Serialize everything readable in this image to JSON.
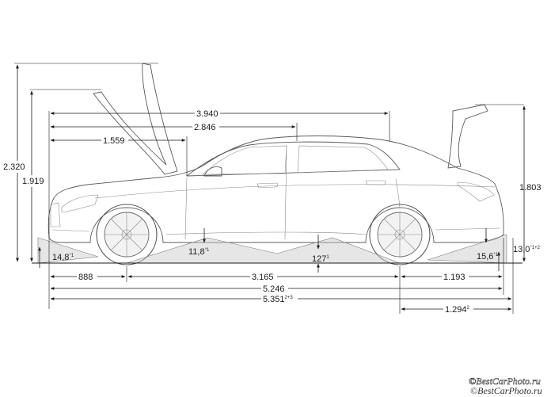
{
  "dimensions": {
    "height_open": {
      "value": "2.320",
      "sup": ""
    },
    "height": {
      "value": "1.919",
      "sup": ""
    },
    "trunk_height": {
      "value": "1.803",
      "sup": ""
    },
    "hood_reach": {
      "value": "3.940",
      "sup": ""
    },
    "cabin_reach": {
      "value": "2.846",
      "sup": ""
    },
    "front_reach": {
      "value": "1.559",
      "sup": ""
    },
    "front_overhang": {
      "value": "888",
      "sup": ""
    },
    "wheelbase": {
      "value": "3.165",
      "sup": ""
    },
    "rear_overhang": {
      "value": "1.193",
      "sup": ""
    },
    "length": {
      "value": "5.246",
      "sup": ""
    },
    "length_long": {
      "value": "5.351",
      "sup": "2+3"
    },
    "rear_length": {
      "value": "1.294",
      "sup": "2"
    },
    "approach_angle": {
      "value": "14,8",
      "sup": "°1"
    },
    "ramp_angle": {
      "value": "11,8",
      "sup": "°1"
    },
    "ground_clearance": {
      "value": "127",
      "sup": "1"
    },
    "departure_angle": {
      "value": "15,6",
      "sup": "°1"
    },
    "rear_angle": {
      "value": "13,0",
      "sup": "°1+2"
    }
  },
  "watermark": {
    "line1": "©BestCarPhoto.ru",
    "line2": "©BestCarPhoto.ru"
  },
  "colors": {
    "ink": "#1a1a1a",
    "car_line": "#5a5a5a",
    "watermark_fill": "#2e2e2e"
  }
}
